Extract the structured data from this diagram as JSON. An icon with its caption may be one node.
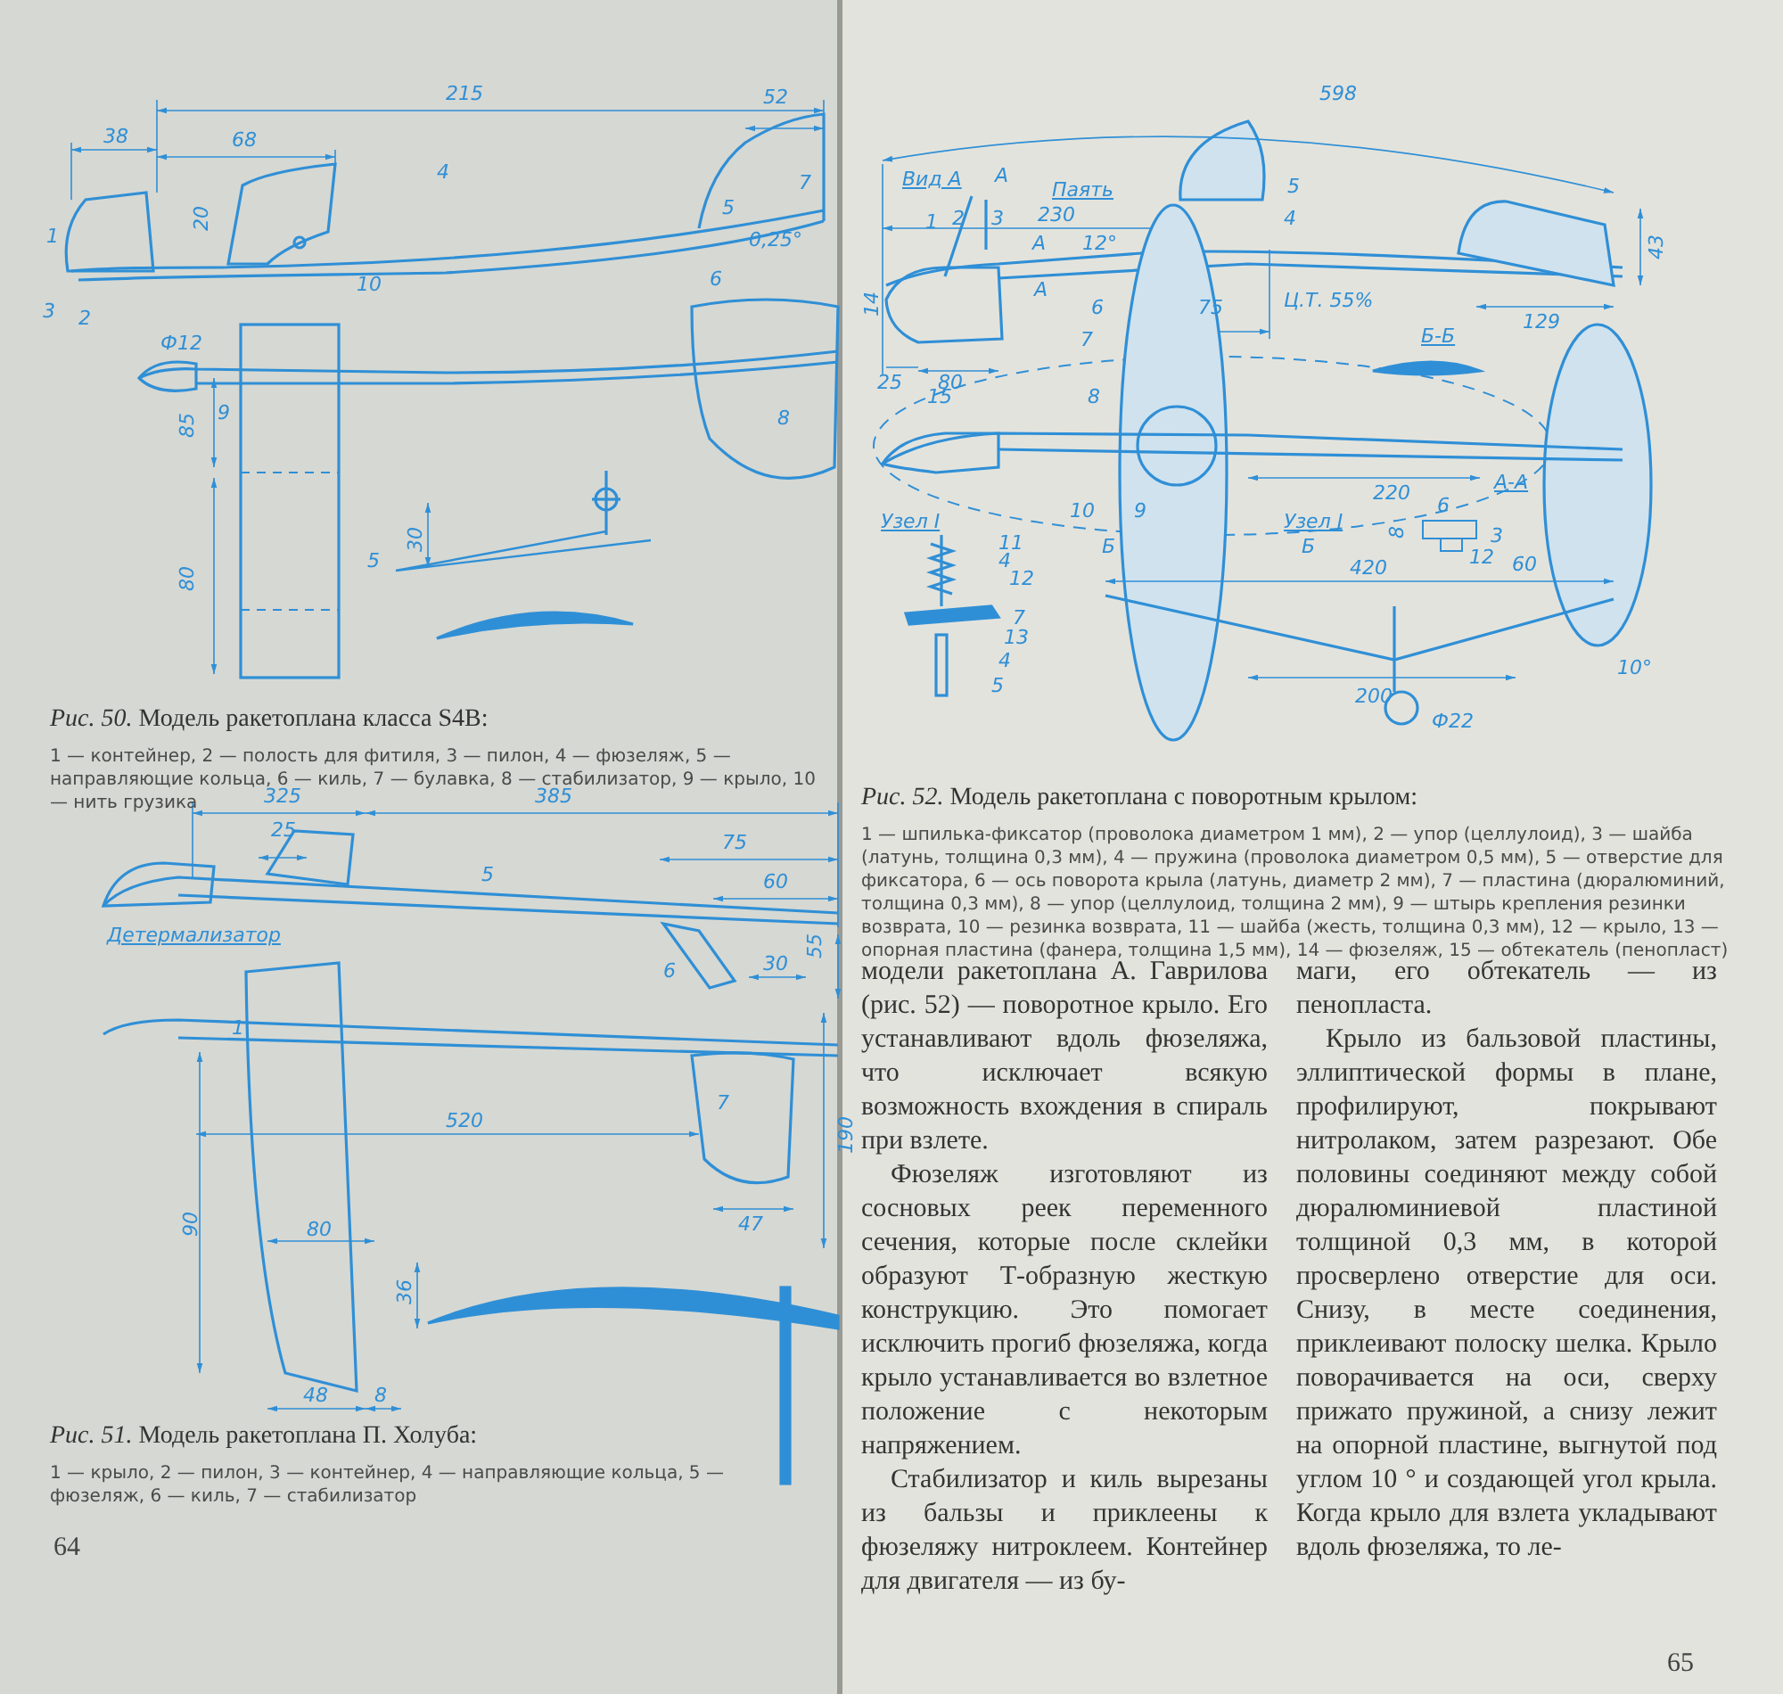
{
  "diagram": {
    "labels": [
      "215",
      "52",
      "38",
      "68",
      "20",
      "4",
      "5",
      "7",
      "0,25°",
      "10",
      "6",
      "3",
      "2",
      "1",
      "Ф12",
      "9",
      "8",
      "85",
      "80",
      "30",
      "5",
      "*Рис. 50.* Модель ракетоплана класса S4B:",
      "1 — контейнер, 2 — полость для фитиля, 3 — пилон, 4 — фюзеляж, 5 — направляющие кольца, 6 — киль, 7 — булавка, 8 — стабилизатор, 9 — крыло, 10 — нить грузика",
      "325",
      "385",
      "25",
      "75",
      "5",
      "60",
      "Детермализатор",
      "6",
      "30",
      "55",
      "1",
      "520",
      "7",
      "190",
      "90",
      "80",
      "47",
      "36",
      "48",
      "8",
      "*Рис. 51.* Модель ракетоплана П. Холуба:",
      "1 — крыло, 2 — пилон, 3 — контейнер, 4 — направляющие кольца, 5 — фюзеляж, 6 — киль, 7 — стабилизатор",
      "64",
      "598",
      "Вид А",
      "А",
      "Паять",
      "5",
      "1",
      "2",
      "3",
      "230",
      "4",
      "А",
      "12°",
      "6",
      "75",
      "Ц.Т. 55%",
      "43",
      "А",
      "129",
      "14",
      "25",
      "80",
      "15",
      "7",
      "Б-Б",
      "8",
      "220",
      "10",
      "9",
      "Узел I",
      "А-А",
      "Узел I",
      "6",
      "8",
      "12",
      "3",
      "11",
      "4",
      "12",
      "Б",
      "Б",
      "420",
      "60",
      "7",
      "13",
      "4",
      "5",
      "200",
      "10°",
      "Ф22",
      "*Рис. 52.* Модель ракетоплана с поворотным крылом:",
      "1 — шпилька-фиксатор (проволока диаметром 1 мм), 2 — упор (целлулоид), 3 — шайба (латунь, толщина 0,3 мм), 4 — пружина (проволока диаметром 0,5 мм), 5 — отверстие для фиксатора, 6 — ось поворота крыла (латунь, диаметр 2 мм), 7 — пластина (дюралюминий, толщина 0,3 мм), 8 — упор (целлулоид, толщина 2 мм), 9 — штырь крепления резинки возврата, 10 — резинка возврата, 11 — шайба (жесть, толщина 0,3 мм), 12 — крыло, 13 — опорная пластина (фанера, толщина 1,5 мм), 14 — фюзеляж, 15 — обтекатель (пенопласт)",
      "модели ракетоплана А. Гаврилова (рис. 52) — поворотное крыло. Его устанавливают вдоль фюзеляжа, что исключает всякую возможность вхождения в спираль при взлете.",
      "Фюзеляж изготовляют из сосновых реек переменного сечения, которые после склейки образуют Т-образную жесткую конструкцию. Это помогает исключить прогиб фюзеляжа, когда крыло устанавливается во взлетное положение с некоторым напряжением.",
      "Стабилизатор и киль вырезаны из бальзы и приклеены к фюзеляжу нитроклеем. Контейнер для двигателя — из бу-",
      "маги, его обтекатель — из пенопласта.",
      "Крыло из бальзовой пластины, эллиптической формы в плане, профилируют, покрывают нитролаком, затем разрезают. Обе половины соединяют между собой дюралюминиевой пластиной толщиной 0,3 мм, в которой просверлено отверстие для оси. Снизу, в месте соединения, приклеивают полоску шелка. Крыло поворачивается на оси, сверху прижато пружиной, а снизу лежит на опорной пластине, выгнутой под углом 10 ° и создающей угол крыла. Когда крыло для взлета укладывают вдоль фюзеляжа, то ле-",
      "65"
    ]
  }
}
